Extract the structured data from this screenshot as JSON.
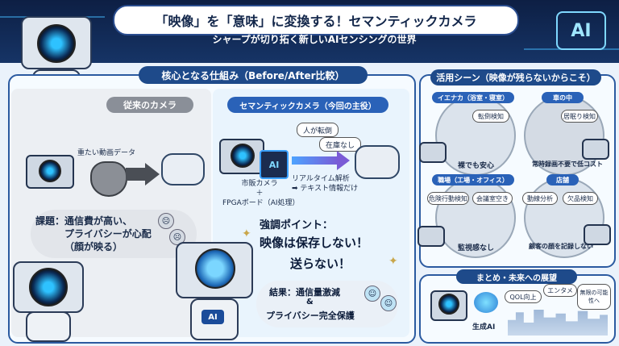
{
  "header": {
    "title": "「映像」を「意味」に変換する！セマンティックカメラ",
    "subtitle": "シャープが切り拓く新しいAIセンシングの世界",
    "logo": "AI"
  },
  "left_panel": {
    "title": "核心となる仕組み（Before/After比較）",
    "before": {
      "title": "従来のカメラ",
      "data_label": "重たい動画データ",
      "issue_lines": [
        "課題：通信費が高い、",
        "プライバシーが心配",
        "（顔が映る）"
      ]
    },
    "after": {
      "title": "セマンティックカメラ（今回の主役）",
      "bubble1": "人が転倒",
      "bubble2": "在庫なし",
      "hardware_lines": [
        "市販カメラ",
        "＋",
        "FPGAボード（AI処理）"
      ],
      "process_lines": [
        "リアルタイム解析",
        "➡ テキスト情報だけ"
      ]
    },
    "emphasis": {
      "heading": "強調ポイント：",
      "line1": "映像は保存しない！",
      "line2": "送らない！"
    },
    "result": {
      "line1": "結果：通信量激減",
      "amp": "&",
      "line2": "プライバシー完全保護"
    }
  },
  "right_panel": {
    "title": "活用シーン（映像が残らないからこそ）",
    "scenes": [
      {
        "title": "イエナカ（浴室・寝室）",
        "bubble": "転倒検知",
        "caption": "裸でも安心"
      },
      {
        "title": "車の中",
        "bubble": "居眠り検知",
        "caption": "常時録画不要で低コスト"
      },
      {
        "title": "職場（工場・オフィス）",
        "bubble": "危険行動検知",
        "bubble2": "会議室空き",
        "caption": "監視感なし"
      },
      {
        "title": "店舗",
        "bubble": "動線分析",
        "bubble2": "欠品検知",
        "caption": "顧客の顔を記録しない"
      }
    ]
  },
  "summary": {
    "title": "まとめ・未来への展望",
    "ai_label": "生成AI",
    "tags": [
      "QOL向上",
      "エンタメ",
      "無限の可能性へ"
    ]
  },
  "robot_badge": "AI",
  "colors": {
    "navy": "#163466",
    "accent": "#2b5aa0",
    "purple": "#7a5bd6"
  }
}
